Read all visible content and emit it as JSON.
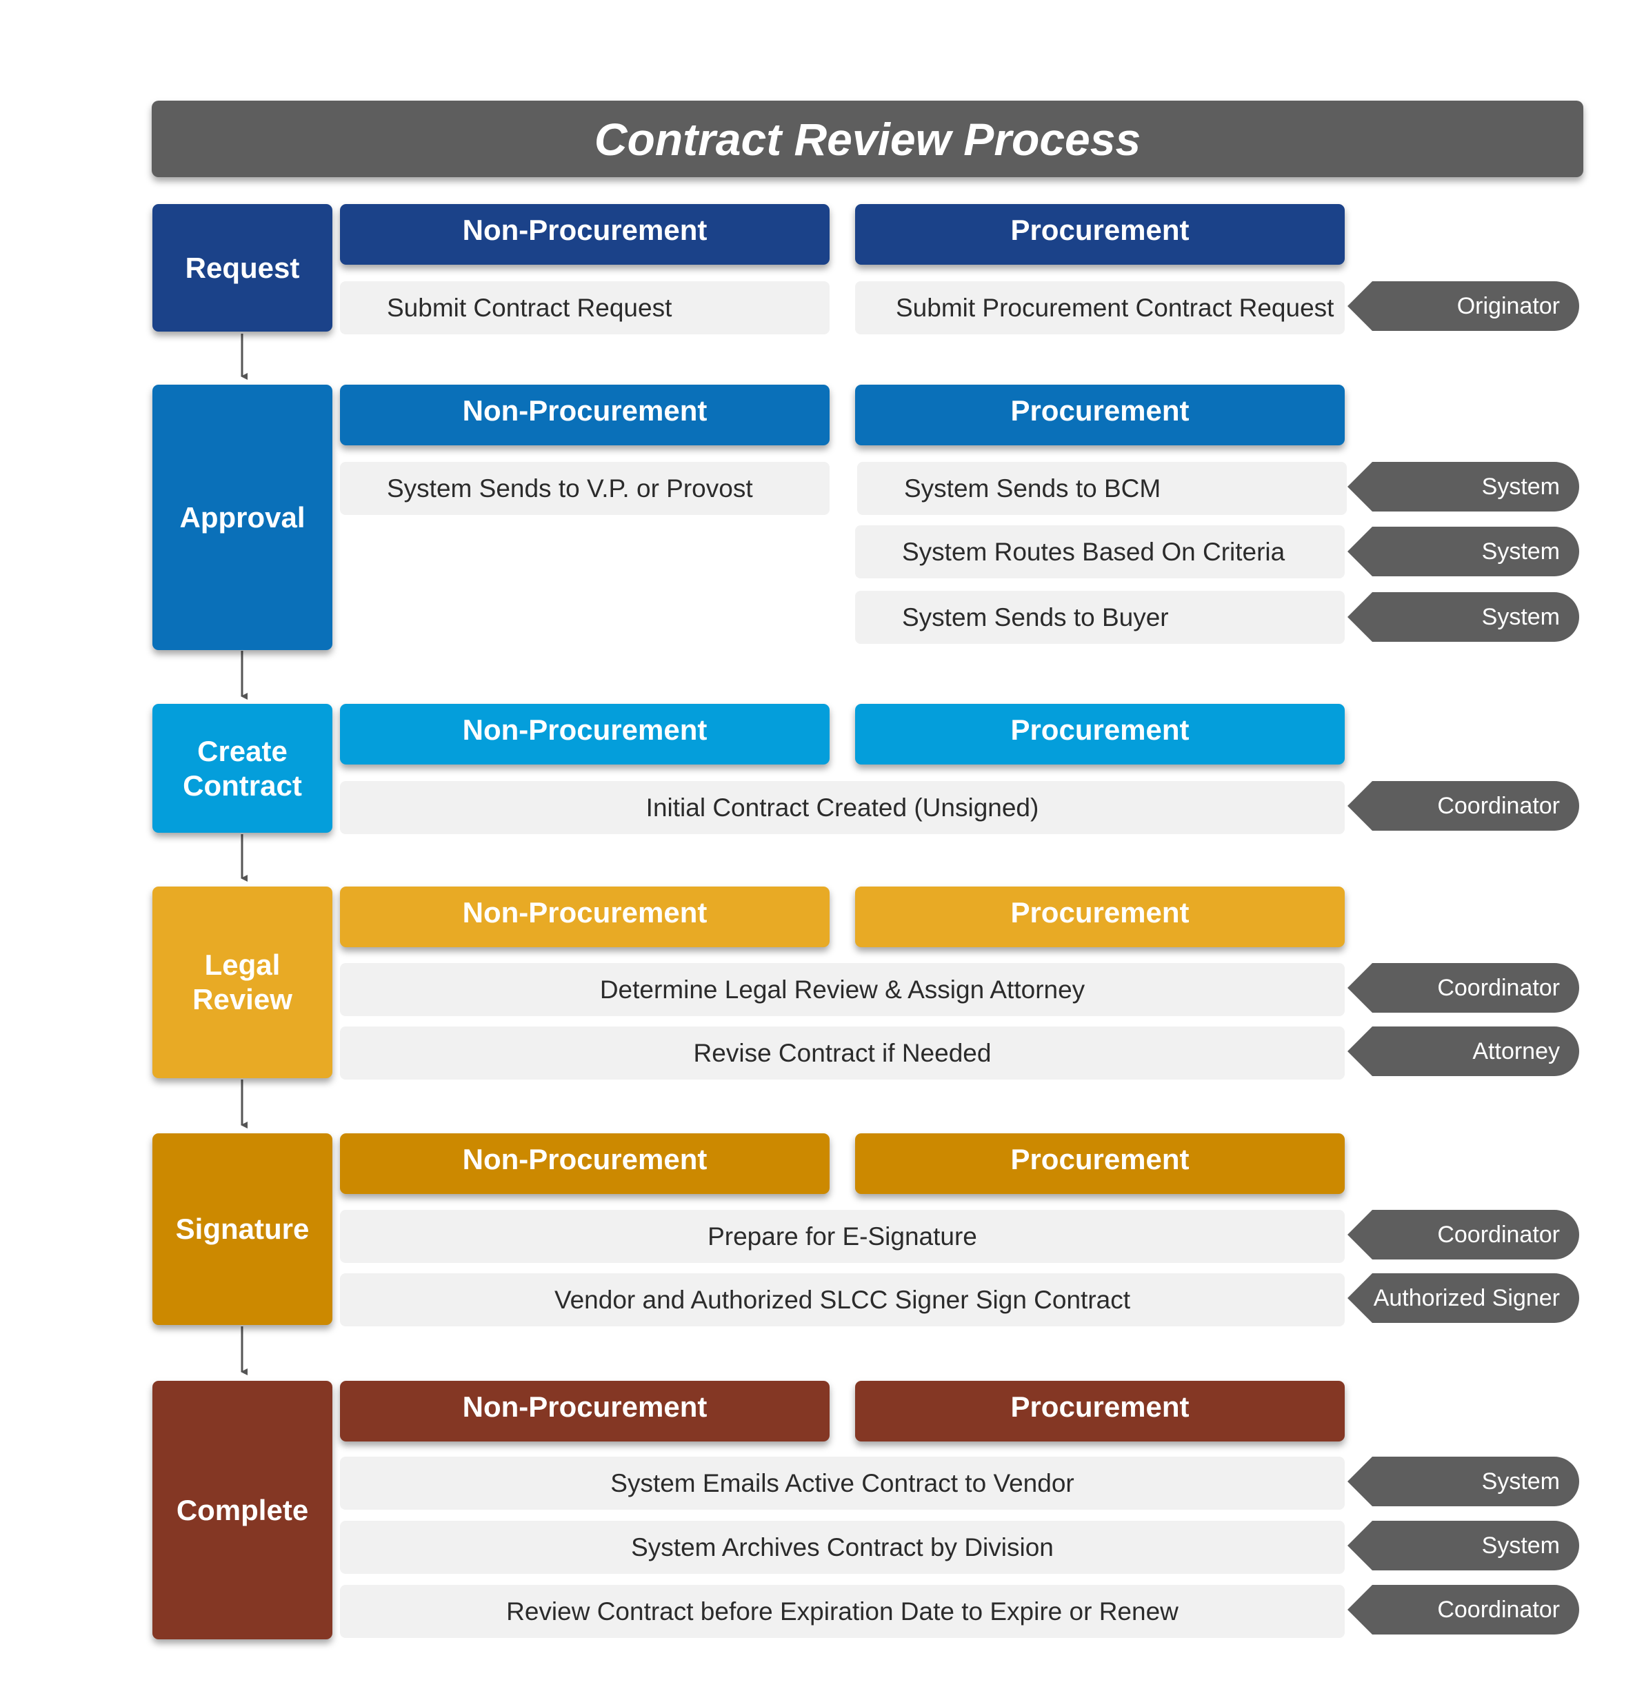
{
  "title": "Contract Review Process",
  "colors": {
    "request": "#1b4289",
    "approval": "#0a70b9",
    "create": "#049edb",
    "legal": "#e8aa25",
    "signature": "#cc8900",
    "complete": "#843724",
    "role_tag": "#5e5e5e",
    "step_bg": "#f1f1f1"
  },
  "headers": {
    "non_procurement": "Non-Procurement",
    "procurement": "Procurement"
  },
  "phases": {
    "request": {
      "label": "Request",
      "steps": {
        "non_proc": "Submit Contract Request",
        "proc": "Submit Procurement Contract Request"
      },
      "roles": [
        "Originator"
      ]
    },
    "approval": {
      "label": "Approval",
      "steps": {
        "non_proc": "System Sends to V.P. or Provost",
        "proc_1": "System Sends to BCM",
        "proc_2": "System Routes Based On Criteria",
        "proc_3": "System Sends to Buyer"
      },
      "roles": [
        "System",
        "System",
        "System"
      ]
    },
    "create": {
      "label": "Create\nContract",
      "steps": [
        "Initial Contract Created (Unsigned)"
      ],
      "roles": [
        "Coordinator"
      ]
    },
    "legal": {
      "label": "Legal\nReview",
      "steps": [
        "Determine Legal Review & Assign Attorney",
        "Revise Contract if Needed"
      ],
      "roles": [
        "Coordinator",
        "Attorney"
      ]
    },
    "signature": {
      "label": "Signature",
      "steps": [
        "Prepare for E-Signature",
        "Vendor and Authorized SLCC Signer Sign Contract"
      ],
      "roles": [
        "Coordinator",
        "Authorized Signer"
      ]
    },
    "complete": {
      "label": "Complete",
      "steps": [
        "System Emails Active Contract to Vendor",
        "System Archives Contract by Division",
        "Review Contract before Expiration Date to Expire or Renew"
      ],
      "roles": [
        "System",
        "System",
        "Coordinator"
      ]
    }
  }
}
